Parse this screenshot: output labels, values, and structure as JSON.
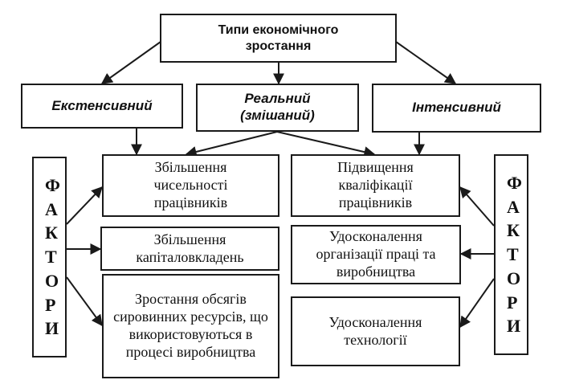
{
  "title": "Типи економічного зростання",
  "types": {
    "extensive": "Екстенсивний",
    "real": "Реальний (змішаний)",
    "intensive": "Інтенсивний"
  },
  "side_label_left": "ФАКТОРИ",
  "side_label_right": "ФАКТОРИ",
  "extensive_factors": [
    "Збільшення чисельності працівників",
    "Збільшення капіталовкладень",
    "Зростання обсягів сировинних ресурсів, що використовуються в процесі виробництва"
  ],
  "intensive_factors": [
    "Підвищення кваліфікації працівників",
    "Удосконалення організації праці та виробництва",
    "Удосконалення технології"
  ]
}
